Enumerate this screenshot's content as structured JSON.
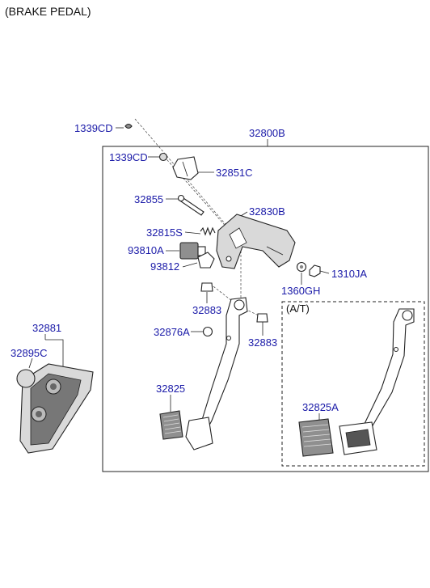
{
  "title": "(BRAKE PEDAL)",
  "at_box_label": "(A/T)",
  "labels": {
    "p1339CD_top": "1339CD",
    "p32800B": "32800B",
    "p1339CD": "1339CD",
    "p32851C": "32851C",
    "p32855": "32855",
    "p32830B": "32830B",
    "p32815S": "32815S",
    "p93810A": "93810A",
    "p93812": "93812",
    "p1310JA": "1310JA",
    "p1360GH": "1360GH",
    "p32883_a": "32883",
    "p32876A": "32876A",
    "p32883_b": "32883",
    "p32825": "32825",
    "p32825A": "32825A",
    "p32881": "32881",
    "p32895C": "32895C"
  },
  "colors": {
    "label": "#1a1aa8",
    "line": "#222222"
  }
}
